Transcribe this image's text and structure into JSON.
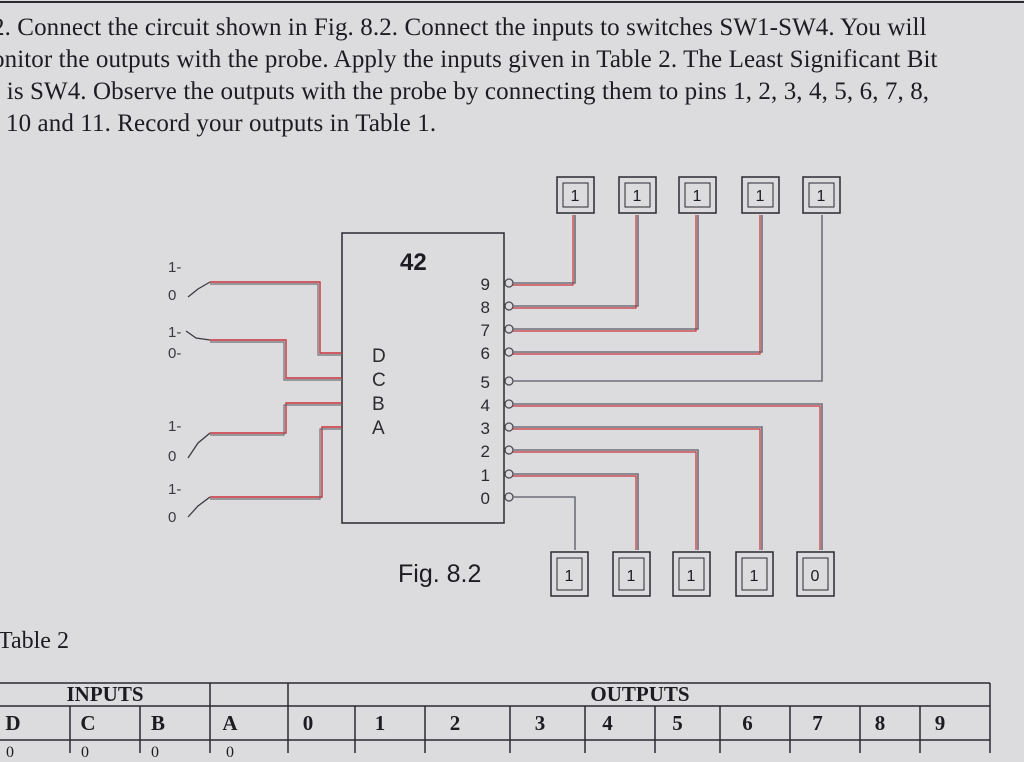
{
  "paragraph": {
    "lines": [
      "2. Connect the circuit shown in Fig. 8.2. Connect the inputs to switches SW1-SW4. You will",
      "onitor the outputs with the probe. Apply the inputs given in Table 2. The Least Significant Bit",
      ") is SW4. Observe the outputs with the probe by connecting them to pins 1, 2, 3, 4, 5, 6, 7, 8,",
      "10 and 11. Record your outputs in Table 1."
    ]
  },
  "figure": {
    "chip_label": "42",
    "input_pins": [
      "D",
      "C",
      "B",
      "A"
    ],
    "output_pins": [
      "9",
      "8",
      "7",
      "6",
      "5",
      "4",
      "3",
      "2",
      "1",
      "0"
    ],
    "switch_high": "1",
    "switch_low": "0",
    "switch_high_marks": [
      "1-",
      "1-",
      "1-",
      "1-"
    ],
    "switch_low_marks": [
      "0",
      "0-",
      "0",
      "0"
    ],
    "top_probes": [
      "1",
      "1",
      "1",
      "1",
      "1"
    ],
    "bottom_probes": [
      "1",
      "1",
      "1",
      "1",
      "0"
    ],
    "caption": "Fig. 8.2",
    "wire_red": "#c8323a",
    "wire_gray": "#6e6e78"
  },
  "table": {
    "label": "Table 2",
    "inputs_header": "INPUTS",
    "outputs_header": "OUTPUTS",
    "input_columns": [
      "D",
      "C",
      "B",
      "A"
    ],
    "output_columns": [
      "0",
      "1",
      "2",
      "3",
      "4",
      "5",
      "6",
      "7",
      "8",
      "9"
    ],
    "first_row": [
      "0",
      "0",
      "0",
      "0"
    ]
  }
}
